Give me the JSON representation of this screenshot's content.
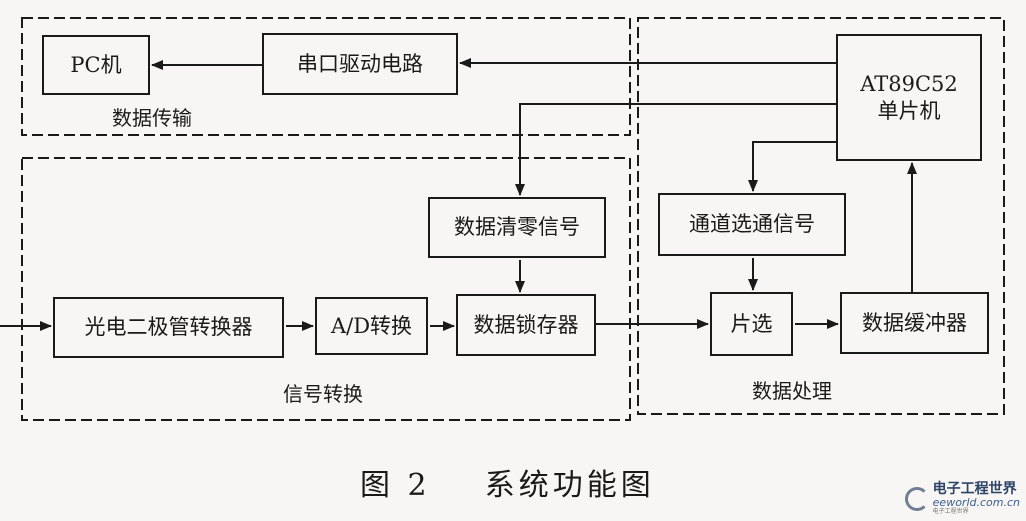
{
  "blocks": {
    "pc": "PC机",
    "serial_driver": "串口驱动电路",
    "mcu_line1": "AT89C52",
    "mcu_line2": "单片机",
    "clear_signal": "数据清零信号",
    "channel_select": "通道选通信号",
    "photodiode": "光电二极管转换器",
    "adc": "A/D转换",
    "latch": "数据锁存器",
    "chip_select": "片选",
    "buffer": "数据缓冲器"
  },
  "regions": {
    "transmission": "数据传输",
    "conversion": "信号转换",
    "processing": "数据处理"
  },
  "caption": "图 2    系统功能图",
  "watermark": {
    "name": "电子工程世界",
    "url": "eeworld.com.cn",
    "tagline": "电子工程世界"
  },
  "colors": {
    "ink": "#1a1a1a",
    "paper": "#f7f6f4"
  }
}
